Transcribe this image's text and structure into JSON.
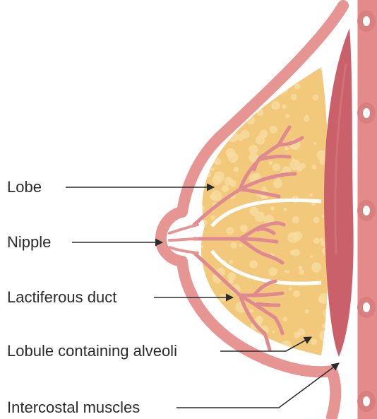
{
  "labels": {
    "lobe": "Lobe",
    "nipple": "Nipple",
    "lactiferous_duct": "Lactiferous duct",
    "lobule": "Lobule containing alveoli",
    "intercostal": "Intercostal muscles"
  },
  "colors": {
    "skin": "#e79593",
    "skin_dark": "#d97f80",
    "fat": "#f2c87a",
    "fat_dot": "#f7dda3",
    "duct": "#de8a90",
    "muscle": "#c9606a",
    "rib": "#e58a8a",
    "rib_hole": "#ffffff",
    "text": "#2b2b2b",
    "pointer": "#2b2b2b"
  }
}
